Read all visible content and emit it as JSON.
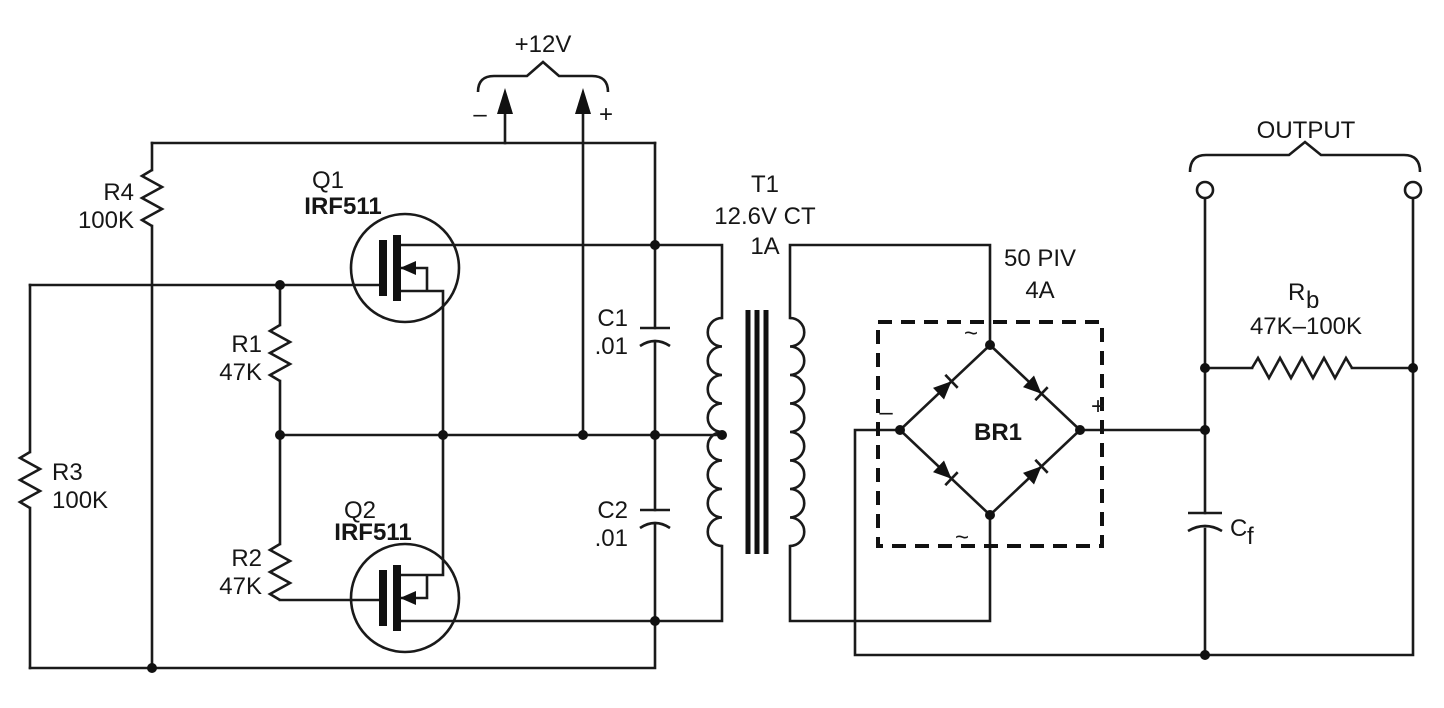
{
  "diagram": {
    "type": "circuit-schematic",
    "description": "Push-pull MOSFET DC-to-DC converter with transformer, bridge rectifier and filtered output"
  },
  "supply": {
    "label": "+12V",
    "minus_terminal": "–",
    "plus_terminal": "+"
  },
  "transistors": {
    "q1": {
      "ref": "Q1",
      "part": "IRF511"
    },
    "q2": {
      "ref": "Q2",
      "part": "IRF511"
    }
  },
  "resistors": {
    "r1": {
      "ref": "R1",
      "value": "47K"
    },
    "r2": {
      "ref": "R2",
      "value": "47K"
    },
    "r3": {
      "ref": "R3",
      "value": "100K"
    },
    "r4": {
      "ref": "R4",
      "value": "100K"
    },
    "rb": {
      "ref": "R",
      "subscript": "b",
      "value": "47K–100K"
    }
  },
  "capacitors": {
    "c1": {
      "ref": "C1",
      "value": ".01"
    },
    "c2": {
      "ref": "C2",
      "value": ".01"
    },
    "cf": {
      "ref": "C",
      "subscript": "f"
    }
  },
  "transformer": {
    "ref": "T1",
    "voltage": "12.6V CT",
    "current": "1A"
  },
  "bridge": {
    "ref": "BR1",
    "rating": "50 PIV",
    "current": "4A",
    "ac_top": "~",
    "ac_bottom": "~",
    "dc_plus": "+",
    "dc_minus": "–"
  },
  "output": {
    "label": "OUTPUT"
  }
}
